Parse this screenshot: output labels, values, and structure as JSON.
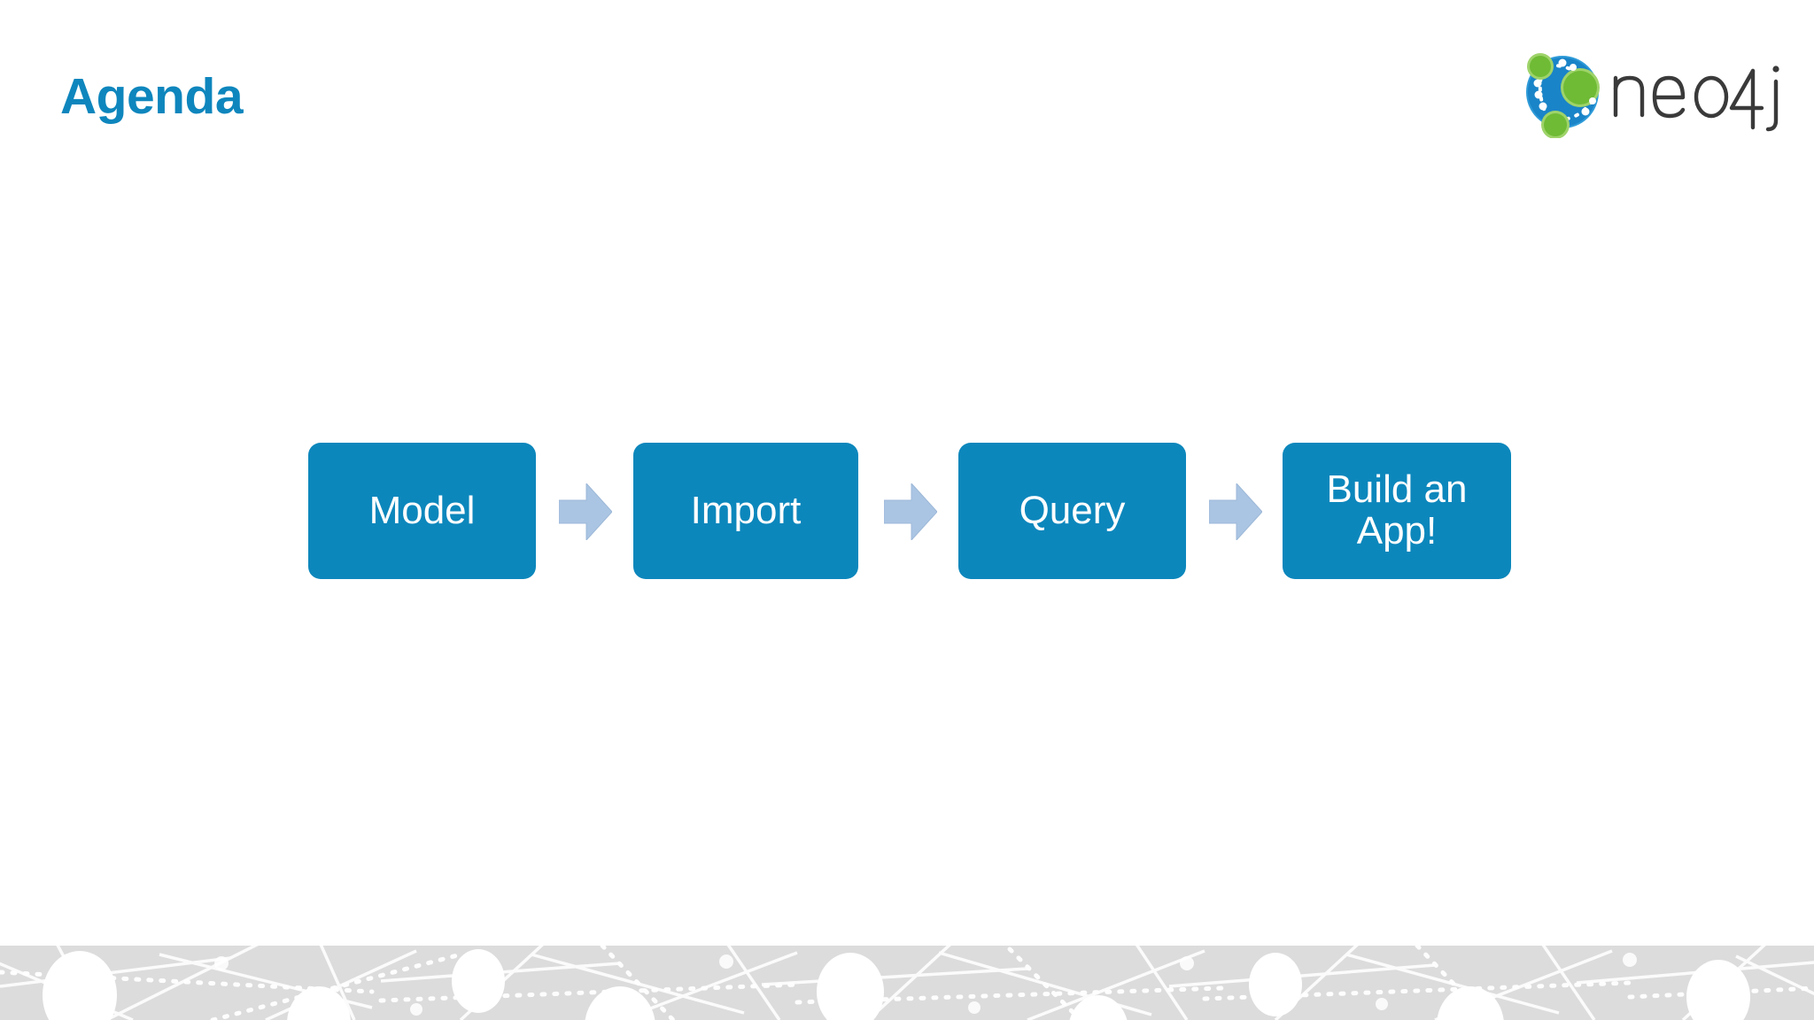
{
  "slide": {
    "title": "Agenda",
    "background_color": "#ffffff",
    "title_color": "#0e86bd"
  },
  "logo": {
    "name": "neo4j-logo",
    "wordmark": "neo4j",
    "wordmark_color": "#3a3a3a",
    "mark_blue": "#1a84c8",
    "mark_green": "#72bf3e",
    "mark_dot_color": "#ffffff"
  },
  "flow": {
    "box_color": "#0c87bc",
    "box_text_color": "#ffffff",
    "arrow_color": "#aac5e3",
    "steps": [
      {
        "label": "Model",
        "icon": "process-box"
      },
      {
        "label": "Import",
        "icon": "process-box"
      },
      {
        "label": "Query",
        "icon": "process-box"
      },
      {
        "label": "Build an App!",
        "icon": "process-box"
      }
    ],
    "connectors": [
      {
        "icon": "arrow-right-icon"
      },
      {
        "icon": "arrow-right-icon"
      },
      {
        "icon": "arrow-right-icon"
      }
    ]
  },
  "bottom_band": {
    "name": "graph-network-decoration",
    "background_color": "#dcdcdc",
    "line_color": "#ffffff"
  }
}
